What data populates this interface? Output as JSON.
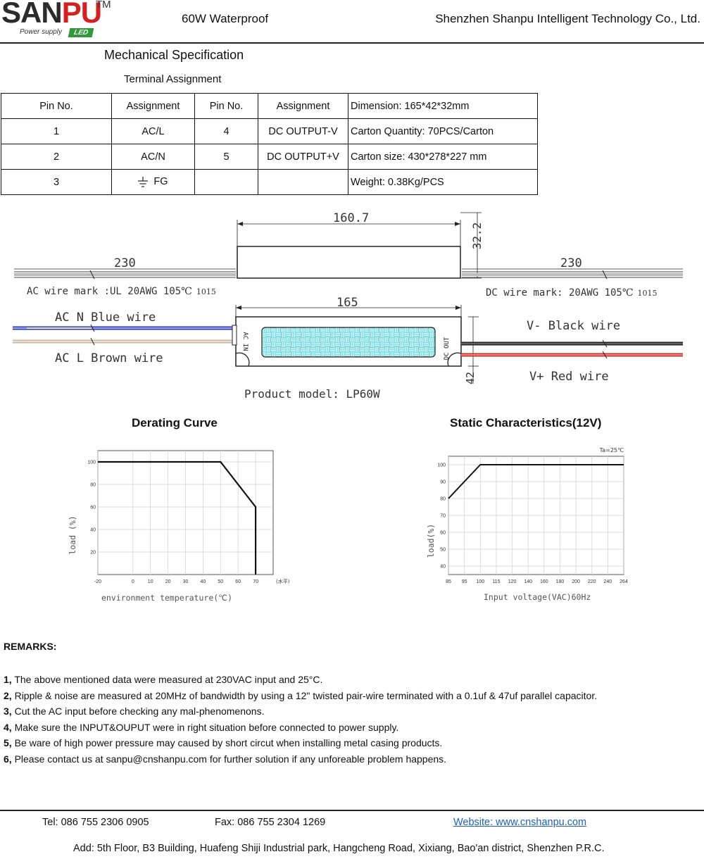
{
  "header": {
    "logo_main_a": "SAN",
    "logo_main_b": "PU",
    "logo_tm": "TM",
    "logo_sub": "Power supply",
    "logo_led": "LED",
    "product_title": "60W Waterproof",
    "company": "Shenzhen Shanpu Intelligent Technology Co., Ltd."
  },
  "section_title": "Mechanical Specification",
  "terminal": {
    "title": "Terminal Assignment",
    "headers": [
      "Pin No.",
      "Assignment",
      "Pin No.",
      "Assignment"
    ],
    "rows": [
      [
        "1",
        "AC/L",
        "4",
        "DC OUTPUT-V"
      ],
      [
        "2",
        "AC/N",
        "5",
        "DC OUTPUT+V"
      ],
      [
        "3",
        "FG",
        "",
        ""
      ]
    ],
    "specs": [
      "Dimension: 165*42*32mm",
      "Carton Quantity: 70PCS/Carton",
      "Carton size: 430*278*227 mm",
      "Weight: 0.38Kg/PCS"
    ]
  },
  "drawing": {
    "top_length": "160.7",
    "height": "32.2",
    "ac_wire_len": "230",
    "dc_wire_len": "230",
    "ac_wire_mark": "AC wire mark :UL 20AWG 105",
    "dc_wire_mark": "DC wire mark: 20AWG 105",
    "temp_unit": "℃",
    "wire_code": "1015",
    "body_length": "165",
    "width": "42",
    "ac_n": "AC N Blue wire",
    "ac_l": "AC L Brown wire",
    "v_minus": "V- Black wire",
    "v_plus": "V+ Red wire",
    "ac_in": "AC IN",
    "dc_out": "DC OUT",
    "model": "Product model: LP60W"
  },
  "charts": {
    "derating_title": "Derating Curve",
    "static_title": "Static Characteristics(12V)"
  },
  "chart_data": [
    {
      "type": "line",
      "title": "Derating Curve",
      "xlabel": "environment temperature(℃)",
      "ylabel": "load (%)",
      "x_unit_note": "(水平)",
      "xticks": [
        -20,
        0,
        10,
        20,
        30,
        40,
        50,
        60,
        70
      ],
      "yticks": [
        20,
        40,
        60,
        80,
        100
      ],
      "xlim": [
        -20,
        80
      ],
      "ylim": [
        0,
        110
      ],
      "grid": true,
      "x": [
        -20,
        50,
        70,
        70
      ],
      "y": [
        100,
        100,
        60,
        0
      ]
    },
    {
      "type": "line",
      "title": "Static Characteristics(12V)",
      "xlabel": "Input voltage(VAC)60Hz",
      "ylabel": "load(%)",
      "annotation": "Ta=25℃",
      "xticks": [
        85,
        95,
        100,
        115,
        120,
        140,
        160,
        180,
        200,
        220,
        240,
        264
      ],
      "yticks": [
        40,
        50,
        60,
        70,
        80,
        90,
        100
      ],
      "ylim": [
        35,
        105
      ],
      "grid": true,
      "x": [
        85,
        100,
        264
      ],
      "y": [
        80,
        100,
        100
      ]
    }
  ],
  "remarks": {
    "title": "REMARKS:",
    "items": [
      {
        "num": "1,",
        "text": " The above mentioned data were measured at 230VAC input and 25°C."
      },
      {
        "num": "2,",
        "text": " Ripple & noise are measured at 20MHz of bandwidth by using a 12\" twisted pair-wire terminated with a 0.1uf & 47uf parallel capacitor."
      },
      {
        "num": "3,",
        "text": " Cut the AC input before checking any mal-phenomenons."
      },
      {
        "num": "4,",
        "text": " Make sure the INPUT&OUPUT were in right situation before connected to power supply."
      },
      {
        "num": "5,",
        "text": " Be ware of high power pressure may caused by short circut when installing metal casing products."
      },
      {
        "num": "6,",
        "text": " Please contact us at sanpu@cnshanpu.com for further solution if any unforeable problem happens."
      }
    ]
  },
  "footer": {
    "tel": "Tel: 086 755 2306 0905",
    "fax": "Fax: 086 755 2304 1269",
    "website": "Website: www.cnshanpu.com",
    "address": "Add: 5th Floor, B3 Building, Huafeng Shiji Industrial park, Hangcheng Road, Xixiang, Bao'an district, Shenzhen P.R.C."
  }
}
